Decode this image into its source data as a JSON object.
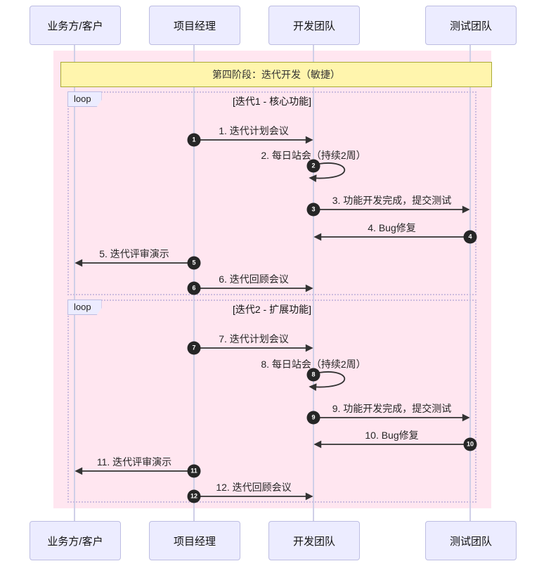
{
  "actors": [
    {
      "label": "业务方/客户"
    },
    {
      "label": "项目经理"
    },
    {
      "label": "开发团队"
    },
    {
      "label": "测试团队"
    }
  ],
  "phase_note": {
    "label": "第四阶段：迭代开发（敏捷）"
  },
  "loops": [
    {
      "keyword": "loop",
      "title": "[迭代1 - 核心功能]"
    },
    {
      "keyword": "loop",
      "title": "[迭代2 - 扩展功能]"
    }
  ],
  "messages": [
    {
      "seq": "1",
      "label": "1. 迭代计划会议",
      "from": "项目经理",
      "to": "开发团队",
      "from_idx": 1,
      "to_idx": 2,
      "self": false
    },
    {
      "seq": "2",
      "label": "2. 每日站会（持续2周）",
      "from": "开发团队",
      "to": "开发团队",
      "from_idx": 2,
      "to_idx": 2,
      "self": true
    },
    {
      "seq": "3",
      "label": "3. 功能开发完成，提交测试",
      "from": "开发团队",
      "to": "测试团队",
      "from_idx": 2,
      "to_idx": 3,
      "self": false
    },
    {
      "seq": "4",
      "label": "4. Bug修复",
      "from": "测试团队",
      "to": "开发团队",
      "from_idx": 3,
      "to_idx": 2,
      "self": false
    },
    {
      "seq": "5",
      "label": "5. 迭代评审演示",
      "from": "项目经理",
      "to": "业务方/客户",
      "from_idx": 1,
      "to_idx": 0,
      "self": false
    },
    {
      "seq": "6",
      "label": "6. 迭代回顾会议",
      "from": "项目经理",
      "to": "开发团队",
      "from_idx": 1,
      "to_idx": 2,
      "self": false
    },
    {
      "seq": "7",
      "label": "7. 迭代计划会议",
      "from": "项目经理",
      "to": "开发团队",
      "from_idx": 1,
      "to_idx": 2,
      "self": false
    },
    {
      "seq": "8",
      "label": "8. 每日站会（持续2周）",
      "from": "开发团队",
      "to": "开发团队",
      "from_idx": 2,
      "to_idx": 2,
      "self": true
    },
    {
      "seq": "9",
      "label": "9. 功能开发完成，提交测试",
      "from": "开发团队",
      "to": "测试团队",
      "from_idx": 2,
      "to_idx": 3,
      "self": false
    },
    {
      "seq": "10",
      "label": "10. Bug修复",
      "from": "测试团队",
      "to": "开发团队",
      "from_idx": 3,
      "to_idx": 2,
      "self": false
    },
    {
      "seq": "11",
      "label": "11. 迭代评审演示",
      "from": "项目经理",
      "to": "业务方/客户",
      "from_idx": 1,
      "to_idx": 0,
      "self": false
    },
    {
      "seq": "12",
      "label": "12. 迭代回顾会议",
      "from": "项目经理",
      "to": "开发团队",
      "from_idx": 1,
      "to_idx": 2,
      "self": false
    }
  ],
  "colors": {
    "actor_fill": "#ECECFF",
    "actor_border": "#BDBDE2",
    "band_pink": "#FFE6F0",
    "note_fill": "#FFF5AD",
    "note_border": "#AAAA33",
    "loop_border": "#CDBBDF",
    "lifeline": "#CFCFE8",
    "arrow": "#333333",
    "number_fill": "#262626",
    "number_text": "#FFFFFF"
  }
}
